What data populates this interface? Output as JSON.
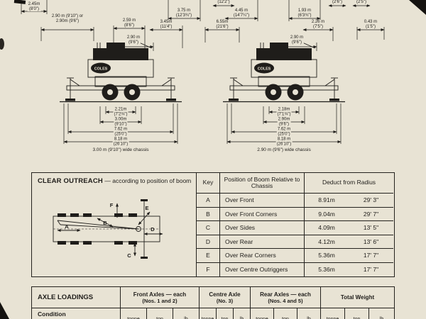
{
  "page": {
    "paper_color": "#e8e3d4",
    "ink_color": "#1f1d1a"
  },
  "top_diagram": {
    "dim_labels": [
      {
        "l1": "2.45m",
        "l2": "(8'0\")"
      },
      {
        "l1": "2.90 m (9'10\") or",
        "l2": "2.90m (9'6\")"
      },
      {
        "l1": "2.59 m",
        "l2": "(8'6\")"
      },
      {
        "l1": "3.45m",
        "l2": "(11'4\")"
      },
      {
        "l1": "3.75 m",
        "l2": "(12'3¾\")"
      },
      {
        "l1": "(12'2\")"
      },
      {
        "l1": "6.55m",
        "l2": "(21'6\")"
      },
      {
        "l1": "4.45 m",
        "l2": "(14'7¼\")"
      },
      {
        "l1": "1.93 m",
        "l2": "(6'3¾\")"
      },
      {
        "l1": "2.26 m",
        "l2": "(7'5\")"
      },
      {
        "l1": "0.43 m",
        "l2": "(1'5\")"
      },
      {
        "l1": "(2'6\")"
      },
      {
        "l1": "(2'5\")"
      },
      {
        "l1": "2.90 m",
        "l2": "(9'6\")"
      },
      {
        "l1": "2.90 m",
        "l2": "(9'6\")"
      }
    ],
    "left_crane": {
      "brand": "COLES",
      "under_dims": [
        {
          "l1": "2.21m",
          "l2": "(7'2¾\")"
        },
        {
          "l1": "3.00m",
          "l2": "(9'10\")"
        },
        {
          "l1": "7.62 m",
          "l2": "(25'0\")"
        },
        {
          "l1": "8.18 m",
          "l2": "(26'10\")"
        }
      ],
      "caption": "3.00 m (9'10\") wide chassis"
    },
    "right_crane": {
      "under_dims": [
        {
          "l1": "2.18m",
          "l2": "(7'1¾\")"
        },
        {
          "l1": "2.90m",
          "l2": "(9'6\")"
        },
        {
          "l1": "7.62 m",
          "l2": "(25'0\")"
        },
        {
          "l1": "8.18 m",
          "l2": "(26'10\")"
        }
      ],
      "caption": "2.90 m (9'6\") wide chassis"
    }
  },
  "outreach": {
    "title": "CLEAR OUTREACH",
    "subtitle": " — according to position of boom",
    "headers": {
      "key": "Key",
      "position": "Position of Boom Relative to Chassis",
      "deduct": "Deduct from Radius"
    },
    "diagram_letters": [
      "A",
      "B",
      "C",
      "D",
      "E",
      "F"
    ],
    "rows": [
      {
        "key": "A",
        "position": "Over Front",
        "metric": "8.91m",
        "imperial": "29' 3\""
      },
      {
        "key": "B",
        "position": "Over Front Corners",
        "metric": "9.04m",
        "imperial": "29' 7\""
      },
      {
        "key": "C",
        "position": "Over Sides",
        "metric": "4.09m",
        "imperial": "13' 5\""
      },
      {
        "key": "D",
        "position": "Over Rear",
        "metric": "4.12m",
        "imperial": "13' 6\""
      },
      {
        "key": "E",
        "position": "Over Rear Corners",
        "metric": "5.36m",
        "imperial": "17' 7\""
      },
      {
        "key": "F",
        "position": "Over Centre Outriggers",
        "metric": "5.36m",
        "imperial": "17' 7\""
      }
    ]
  },
  "axle_table": {
    "title": "AXLE LOADINGS",
    "row_label_header": "Condition",
    "groups": [
      {
        "label": "Front Axles — each",
        "sub": "(Nos. 1 and 2)"
      },
      {
        "label": "Centre Axle",
        "sub": "(No. 3)"
      },
      {
        "label": "Rear Axles — each",
        "sub": "(Nos. 4 and 5)"
      },
      {
        "label": "Total Weight",
        "sub": ""
      }
    ],
    "units": [
      "tonne",
      "ton",
      "lb"
    ]
  }
}
